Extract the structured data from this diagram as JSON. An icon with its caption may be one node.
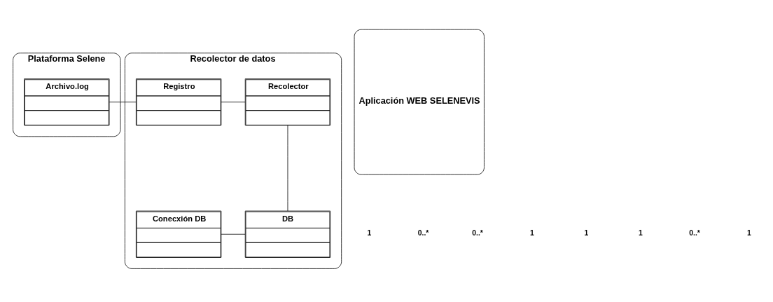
{
  "diagram": {
    "nodes": [
      {
        "text": [
          "Plataforma Selene"
        ]
      },
      {
        "text": [
          "Archivo.log"
        ],
        "in": 0
      },
      {
        "text": [
          "Recolector de datos"
        ]
      },
      {
        "text": [
          "Registro"
        ],
        "in": 2
      },
      {
        "text": [
          "Recolector"
        ],
        "in": 2
      },
      {
        "text": [
          "Conecxión DB"
        ],
        "in": 2
      },
      {
        "text": [
          "DB"
        ],
        "in": 2
      },
      {
        "text": [
          "Aplicación WEB SELENEVIS"
        ]
      }
    ],
    "edges": [
      {
        "from": 1,
        "to": 3,
        "arrow": "none"
      },
      {
        "from": 3,
        "to": 4,
        "arrow": "none"
      },
      {
        "from": 4,
        "to": 6,
        "arrow": "none"
      },
      {
        "from": 5,
        "to": 6,
        "arrow": "none"
      }
    ],
    "labels": [
      "1",
      "0..*",
      "0..*",
      "1",
      "1",
      "1",
      "0..*",
      "1"
    ]
  }
}
